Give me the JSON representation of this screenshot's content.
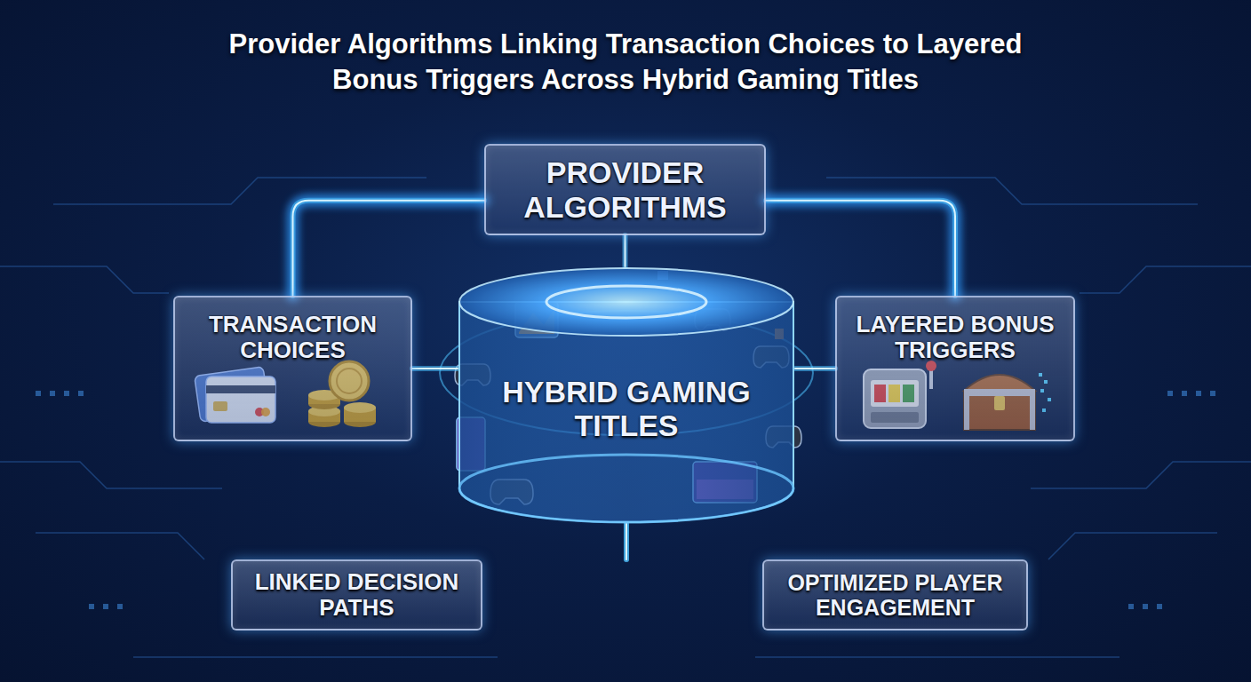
{
  "diagram": {
    "title": "Provider Algorithms Linking Transaction Choices to Layered Bonus Triggers Across Hybrid Gaming Titles",
    "nodes": [
      {
        "text": [
          "PROVIDER ALGORITHMS"
        ]
      },
      {
        "text": [
          "TRANSACTION CHOICES"
        ]
      },
      {
        "text": [
          "HYBRID GAMING TITLES"
        ]
      },
      {
        "text": [
          "LAYERED BONUS TRIGGERS"
        ]
      },
      {
        "text": [
          "LINKED DECISION PATHS"
        ]
      },
      {
        "text": [
          "OPTIMIZED PLAYER ENGAGEMENT"
        ]
      }
    ],
    "edges": [
      {
        "from": 0,
        "to": 1,
        "arrow": "none"
      },
      {
        "from": 0,
        "to": 3,
        "arrow": "none"
      },
      {
        "from": 0,
        "to": 2,
        "arrow": "none"
      },
      {
        "from": 1,
        "to": 2,
        "arrow": "none"
      },
      {
        "from": 2,
        "to": 3,
        "arrow": "none"
      },
      {
        "from": 2,
        "to": 4,
        "arrow": "none"
      },
      {
        "from": 2,
        "to": 5,
        "arrow": "none"
      }
    ]
  }
}
